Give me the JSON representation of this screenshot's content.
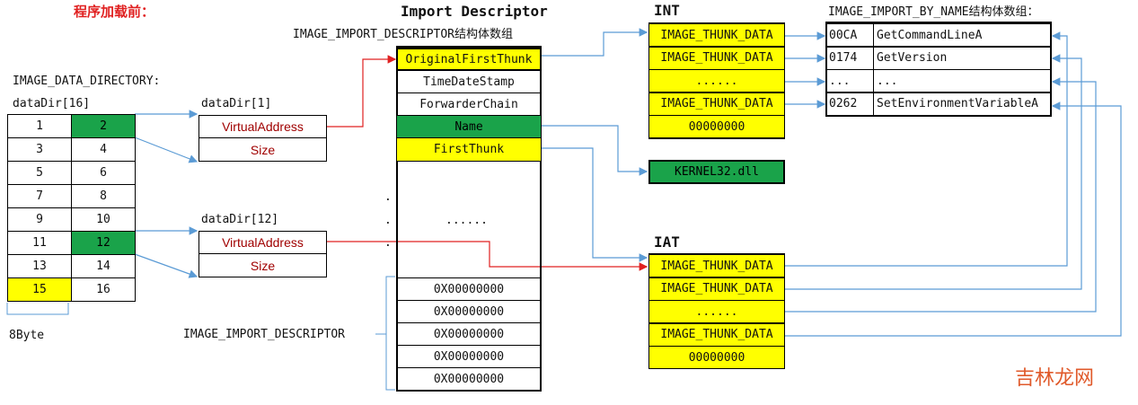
{
  "heading": "程序加载前：",
  "data_directory": {
    "label": "IMAGE_DATA_DIRECTORY:",
    "array_label": "dataDir[16]",
    "cells": [
      [
        "1",
        "2"
      ],
      [
        "3",
        "4"
      ],
      [
        "5",
        "6"
      ],
      [
        "7",
        "8"
      ],
      [
        "9",
        "10"
      ],
      [
        "11",
        "12"
      ],
      [
        "13",
        "14"
      ],
      [
        "15",
        "16"
      ]
    ],
    "byte_label": "8Byte"
  },
  "dir1": {
    "label": "dataDir[1]",
    "va": "VirtualAddress",
    "size": "Size"
  },
  "dir12": {
    "label": "dataDir[12]",
    "va": "VirtualAddress",
    "size": "Size"
  },
  "import_descriptor": {
    "title": "Import Descriptor",
    "subtitle": "IMAGE_IMPORT_DESCRIPTOR结构体数组",
    "fields": [
      "OriginalFirstThunk",
      "TimeDateStamp",
      "ForwarderChain",
      "Name",
      "FirstThunk"
    ],
    "middle": "......",
    "dots": [
      ".",
      ".",
      "."
    ],
    "zeros": [
      "0X00000000",
      "0X00000000",
      "0X00000000",
      "0X00000000",
      "0X00000000"
    ],
    "bracket_label": "IMAGE_IMPORT_DESCRIPTOR"
  },
  "int": {
    "title": "INT",
    "rows": [
      "IMAGE_THUNK_DATA",
      "IMAGE_THUNK_DATA",
      "......",
      "IMAGE_THUNK_DATA",
      "00000000"
    ]
  },
  "iat": {
    "title": "IAT",
    "rows": [
      "IMAGE_THUNK_DATA",
      "IMAGE_THUNK_DATA",
      "......",
      "IMAGE_THUNK_DATA",
      "00000000"
    ]
  },
  "kernel": "KERNEL32.dll",
  "by_name": {
    "title": "IMAGE_IMPORT_BY_NAME结构体数组：",
    "rows": [
      [
        "00CA",
        "GetCommandLineA"
      ],
      [
        "0174",
        "GetVersion"
      ],
      [
        "...",
        "..."
      ],
      [
        "0262",
        "SetEnvironmentVariableA"
      ]
    ]
  },
  "watermark": "吉林龙网",
  "colors": {
    "yellow": "#ffff00",
    "green": "#1aa34a",
    "red_arrow": "#e02020",
    "blue_arrow": "#5b9bd5",
    "heading": "#e02020"
  }
}
